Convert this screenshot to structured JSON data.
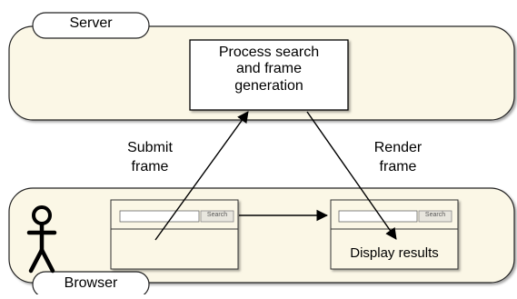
{
  "server": {
    "tab_label": "Server"
  },
  "browser": {
    "tab_label": "Browser"
  },
  "process_box": {
    "lines": [
      "Process search",
      "and frame",
      "generation"
    ]
  },
  "edges": {
    "submit": {
      "lines": [
        "Submit",
        "frame"
      ]
    },
    "render": {
      "lines": [
        "Render",
        "frame"
      ]
    }
  },
  "search_button_label": "Search",
  "results_text": "Display results",
  "colors": {
    "region_fill": "#fbf7e6",
    "region_stroke": "#222222",
    "panel_fill": "#fbf7e6",
    "field_fill": "#ffffff",
    "button_fill": "#e8e6de"
  },
  "icons": {
    "user": "stick-figure-icon"
  }
}
